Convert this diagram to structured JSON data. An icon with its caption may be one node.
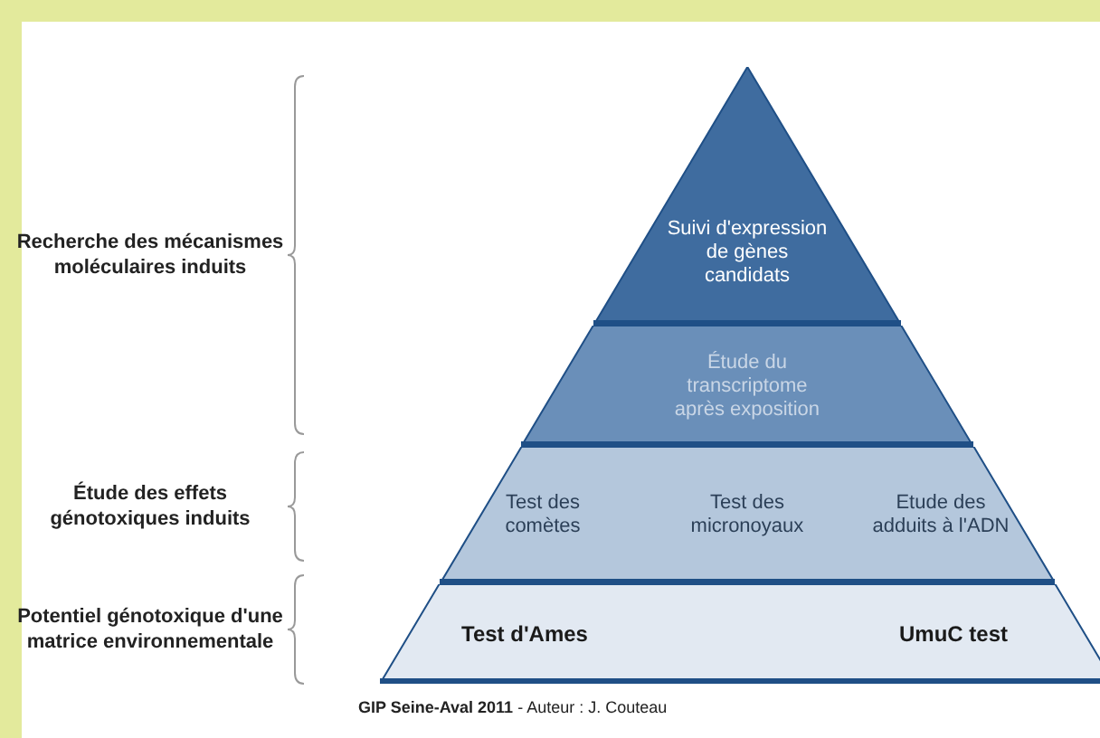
{
  "diagram": {
    "caption": "**GIP Seine-Aval 2011** - Auteur : J. Couteau",
    "nodes": [
      {
        "text": [
          "Suivi d'expression de gènes candidats"
        ]
      },
      {
        "text": [
          "Étude du transcriptome après exposition"
        ]
      },
      {
        "text": [
          "Test des comètes",
          "Test des micronoyaux",
          "Etude des adduits à l'ADN"
        ]
      },
      {
        "text": [
          "Test d'Ames",
          "UmuC test"
        ]
      }
    ],
    "labels": [
      "Recherche des mécanismes moléculaires induits",
      "Étude des effets génotoxiques induits",
      "Potentiel génotoxique d'une matrice environnementale"
    ]
  }
}
